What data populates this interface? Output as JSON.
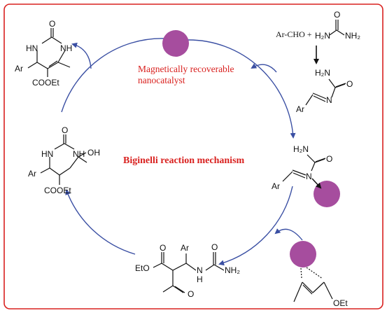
{
  "colors": {
    "frame": "#d9211f",
    "cycle_arrow": "#3a4fa3",
    "catalyst": "#a64d9e",
    "bond": "#111111",
    "title_text": "#d9211f"
  },
  "title": "Biginelli reaction mechanism",
  "catalyst_label": {
    "line1": "Magnetically recoverable",
    "line2": "nanocatalyst"
  },
  "reactants": {
    "aldehyde": "Ar-CHO +",
    "urea_h2n": "H₂N",
    "urea_nh2": "NH₂",
    "urea_o": "O"
  },
  "imine": {
    "h2n": "H₂N",
    "o": "O",
    "n": "N",
    "ar": "Ar"
  },
  "imine_activated": {
    "h2n": "H₂N",
    "o": "O",
    "n": "N",
    "ar": "Ar"
  },
  "ketoester": {
    "oet": "OEt"
  },
  "open_intermediate": {
    "eto": "EtO",
    "o_ester": "O",
    "ar": "Ar",
    "nh": "N\nH",
    "n": "N",
    "h": "H",
    "nh2": "NH₂",
    "o_urea": "O",
    "o_ketone": "O"
  },
  "cyclic_intermediate": {
    "o": "O",
    "hn": "HN",
    "nh": "NH",
    "oh": "OH",
    "ar": "Ar",
    "cooet": "COOEt"
  },
  "product": {
    "o": "O",
    "hn": "HN",
    "nh": "NH",
    "ar": "Ar",
    "cooet": "COOEt"
  }
}
